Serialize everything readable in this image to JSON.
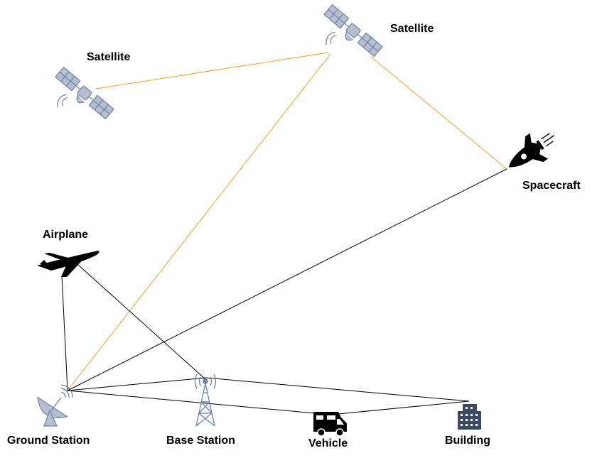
{
  "labels": {
    "satellite_left": "Satellite",
    "satellite_top": "Satellite",
    "spacecraft": "Spacecraft",
    "airplane": "Airplane",
    "ground_station": "Ground Station",
    "base_station": "Base Station",
    "vehicle": "Vehicle",
    "building": "Building"
  },
  "colors": {
    "satellite_link": "#f0a030",
    "ground_link": "#000000",
    "icon_blue": "#6b82a8",
    "icon_dark": "#3c4b63"
  },
  "icons": {
    "satellite": "satellite-icon",
    "spacecraft": "rocket-icon",
    "airplane": "airplane-icon",
    "ground_station": "satellite-dish-icon",
    "base_station": "cell-tower-icon",
    "vehicle": "truck-icon",
    "building": "building-icon"
  }
}
